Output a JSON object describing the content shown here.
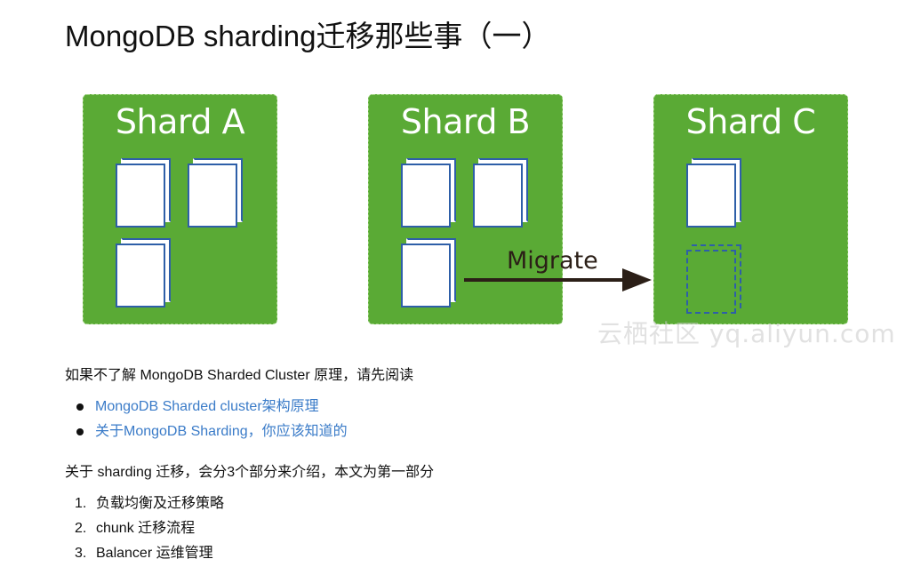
{
  "article": {
    "title": "MongoDB sharding迁移那些事（一）"
  },
  "figure": {
    "shards": [
      {
        "label": "Shard A",
        "chunks": 3
      },
      {
        "label": "Shard B",
        "chunks": 3
      },
      {
        "label": "Shard C",
        "chunks": 1
      }
    ],
    "migrate_label": "Migrate",
    "watermark": "云栖社区 yq.aliyun.com",
    "colors": {
      "shard": "#5aaa35",
      "chunk_border": "#2e5fa8",
      "arrow": "#2b1f17"
    }
  },
  "intro_text": "如果不了解 MongoDB Sharded Cluster 原理，请先阅读",
  "links": [
    {
      "label": "MongoDB Sharded cluster架构原理"
    },
    {
      "label": "关于MongoDB Sharding，你应该知道的"
    }
  ],
  "paragraph": "关于 sharding 迁移，会分3个部分来介绍，本文为第一部分",
  "steps": [
    {
      "num": "1.",
      "label": "负载均衡及迁移策略"
    },
    {
      "num": "2.",
      "label": "chunk 迁移流程"
    },
    {
      "num": "3.",
      "label": "Balancer 运维管理"
    }
  ]
}
